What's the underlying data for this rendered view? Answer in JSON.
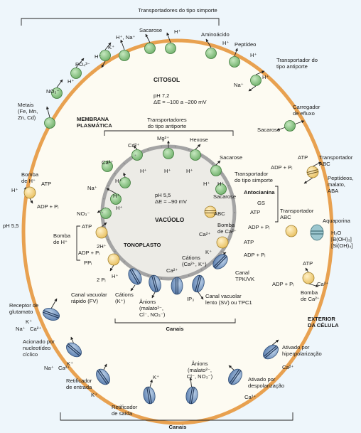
{
  "texts": {
    "symporters_title": "Transportadores do tipo simporte",
    "sacarose_top": "Sacarose",
    "aminoacido": "Aminoácido",
    "peptideo": "Peptídeo",
    "antiporter_pm": "Transportador do\ntipo antiporte",
    "citosol": "CITOSOL",
    "ph_citosol": "pH 7,2\nΔE = –100 a –200 mV",
    "efflux": "Carregador\nde efluxo",
    "sacarose_efflux": "Sacarose",
    "metais": "Metais\n(Fe, Mn,\nZn, Cd)",
    "membrana": "MEMBRANA\nPLASMÁTICA",
    "vac_antiporters": "Transportadores\ndo tipo antiporte",
    "cd": "Cd²⁺",
    "mg": "Mg²⁺",
    "hexose": "Hexose",
    "sacarose_vac": "Sacarose",
    "vac_symporter": "Transportador\ndo tipo simporte",
    "abc_top": "Transportador\nABC",
    "peptideos": "Peptídeos,\nmalato,\nABA",
    "ph_vac": "pH 5,5\nΔE = –90 mV",
    "vacuolo": "VACÚOLO",
    "antocianina": "Antocianina",
    "gs": "GS",
    "abc_small": "ABC",
    "abc_vac": "Transportador\nABC",
    "bomba_h_pm": "Bomba\nde H⁺",
    "bomba_h_vac": "Bomba\nde H⁺",
    "tonoplasto": "TONOPLASTO",
    "bomba_ca_vac": "Bomba\nde Ca²⁺",
    "aquaporina": "Aquaporina",
    "h2o": "H₂O\n[B(OH)₃]\n[Si(OH)₄]",
    "ph_ext": "pH 5,5",
    "bomba_ca_pm": "Bomba\nde Ca²⁺",
    "exterior": "EXTERIOR\nDA CÉLULA",
    "fv": "Canal vacuolar\nrápido (FV)",
    "cations_k": "Cátions\n(K⁺)",
    "anions_vac": "Ânions\n(malato²⁻,\nCl⁻, NO₃⁻)",
    "ip3": "IP₃",
    "sv": "Canal vacuolar\nlento (SV) ou TPC1",
    "cations_cak": "Cátions\n(Ca²⁺, K⁺)",
    "tpk": "Canal\nTPK/VK",
    "canais_vac": "Canais",
    "glutamato": "Receptor de\nglutamato",
    "nucleotideo": "Acionado por\nnucleotídeo\ncíclico",
    "hiperpol": "Ativado por\nhiperpolarização",
    "retif_entrada": "Retificador\nde entrada",
    "anions_pm": "Ânions\n(malato²⁻,\nCl⁻, NO₃⁻)",
    "despol": "Ativado por\ndespolarização",
    "retif_saida": "Retificador\nde saída",
    "canais_pm": "Canais",
    "atp": "ATP",
    "adp": "ADP + Pᵢ",
    "h": "H⁺",
    "h_na": "H⁺, Na⁺",
    "k": "K⁺",
    "po4": "PO₄³⁻",
    "no3": "NO₃⁻",
    "na": "Na⁺",
    "ca": "Ca²⁺",
    "two_h": "2H⁺",
    "ppi": "PPᵢ",
    "two_pi": "2 Pᵢ",
    "k_ca": "K⁺\nCa²⁺"
  },
  "colors": {
    "cell_membrane": "#e8a150",
    "cytosol": "#fdfbf2",
    "tonoplast": "#a4a4a4",
    "vacuole": "#ecebe6",
    "transporter": "#8fc98a",
    "channel": "#7d9cc5",
    "pump": "#f7d98a",
    "aquaporin": "#9cc7cf"
  }
}
